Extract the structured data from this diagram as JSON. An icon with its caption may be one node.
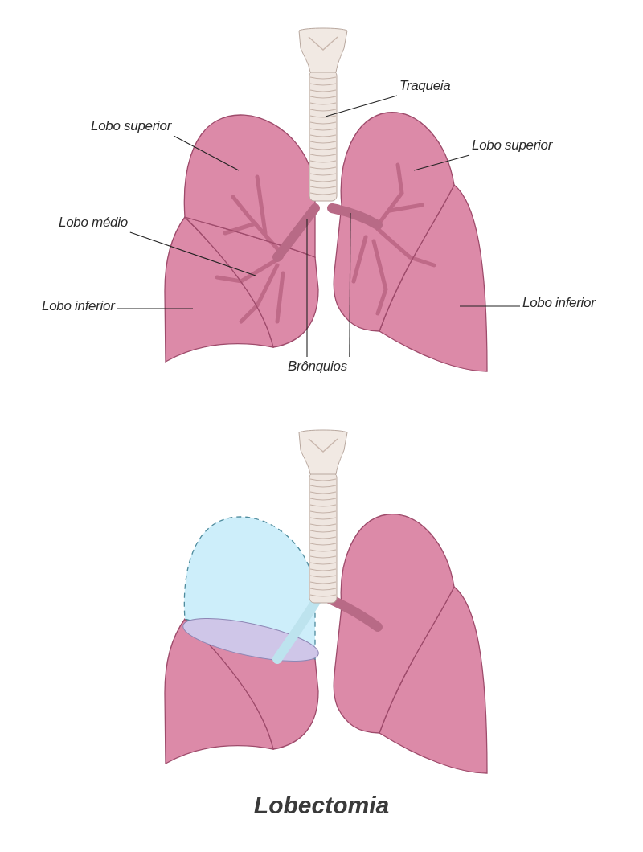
{
  "diagram": {
    "caption": "Lobectomia",
    "nodes": [
      {
        "text": [
          "Traqueia"
        ]
      },
      {
        "text": [
          "Lobo superior"
        ]
      },
      {
        "text": [
          "Lobo superior"
        ]
      },
      {
        "text": [
          "Lobo médio"
        ]
      },
      {
        "text": [
          "Lobo inferior"
        ]
      },
      {
        "text": [
          "Lobo inferior"
        ]
      },
      {
        "text": [
          "Brônquios"
        ]
      },
      {
        "text": [],
        "shape": "picture"
      },
      {
        "text": [],
        "shape": "picture"
      },
      {
        "text": [],
        "shape": "picture"
      },
      {
        "text": [],
        "shape": "picture"
      },
      {
        "text": [],
        "shape": "picture"
      },
      {
        "text": [],
        "shape": "picture"
      },
      {
        "text": [],
        "shape": "picture"
      },
      {
        "text": [],
        "shape": "picture"
      }
    ],
    "edges": [
      {
        "from": 0,
        "to": 7,
        "arrow": "none"
      },
      {
        "from": 1,
        "to": 8,
        "arrow": "none"
      },
      {
        "from": 2,
        "to": 9,
        "arrow": "none"
      },
      {
        "from": 3,
        "to": 10,
        "arrow": "none"
      },
      {
        "from": 4,
        "to": 11,
        "arrow": "none"
      },
      {
        "from": 5,
        "to": 12,
        "arrow": "none"
      },
      {
        "from": 6,
        "to": 13,
        "arrow": "none"
      },
      {
        "from": 6,
        "to": 14,
        "arrow": "none"
      }
    ]
  }
}
